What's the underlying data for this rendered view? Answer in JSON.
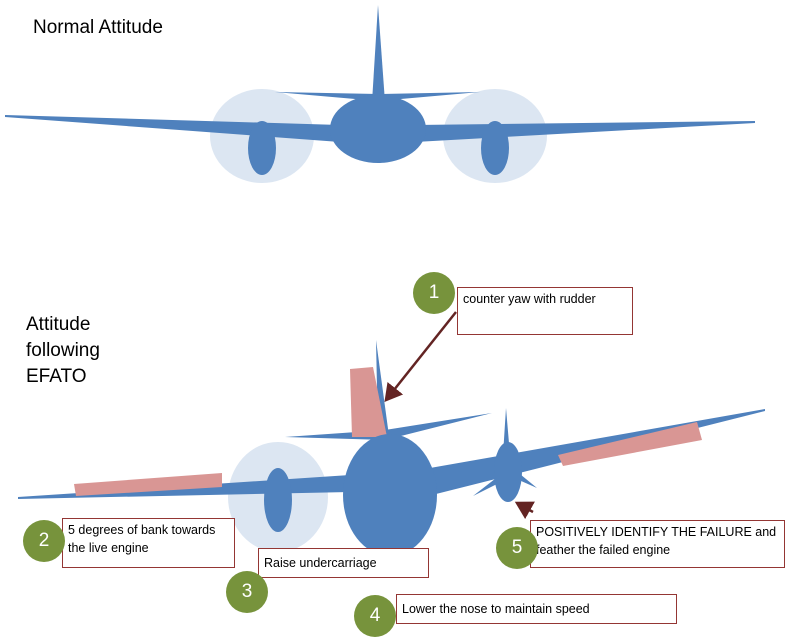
{
  "titles": {
    "normal": "Normal Attitude",
    "following": "Attitude following EFATO"
  },
  "steps": [
    {
      "number": "1",
      "text": "counter yaw with rudder"
    },
    {
      "number": "2",
      "text": "5 degrees of bank towards the live engine"
    },
    {
      "number": "3",
      "text": "Raise undercarriage"
    },
    {
      "number": "4",
      "text": "Lower the nose to maintain speed"
    },
    {
      "number": "5",
      "text": "POSITIVELY IDENTIFY THE FAILURE and feather the failed engine"
    }
  ],
  "colors": {
    "aircraft": "#4f81bd",
    "prop_disc": "#dce6f2",
    "control_surface": "#d99694",
    "step_badge": "#77933c",
    "arrow": "#632423"
  }
}
